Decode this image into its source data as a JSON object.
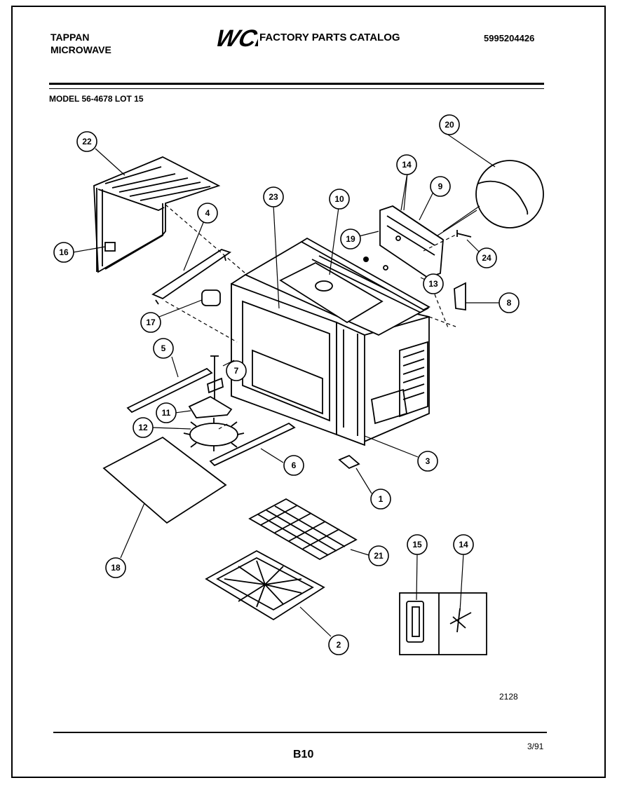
{
  "header": {
    "brand_line1": "TAPPAN",
    "brand_line2": "MICROWAVE",
    "logo_text": "WCI",
    "catalog_title": "FACTORY PARTS CATALOG",
    "part_number": "5995204426"
  },
  "model_line": "MODEL 56-4678 LOT 15",
  "callouts": {
    "c1": "1",
    "c2": "2",
    "c3": "3",
    "c4": "4",
    "c5": "5",
    "c6": "6",
    "c7": "7",
    "c8": "8",
    "c9": "9",
    "c10": "10",
    "c11": "11",
    "c12": "12",
    "c13": "13",
    "c14a": "14",
    "c14b": "14",
    "c15": "15",
    "c16": "16",
    "c17": "17",
    "c18": "18",
    "c19": "19",
    "c20": "20",
    "c21": "21",
    "c22": "22",
    "c23": "23",
    "c24": "24"
  },
  "footer": {
    "drawing_code": "2128",
    "page_number": "B10",
    "date": "3/91"
  }
}
